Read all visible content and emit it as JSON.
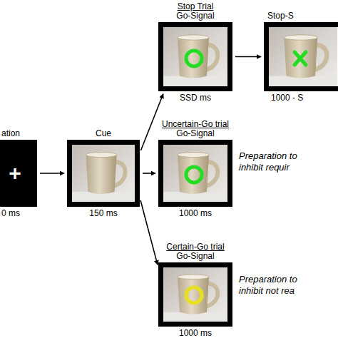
{
  "diagram": {
    "nodes": [
      {
        "text": [
          "ation",
          "+",
          "0 ms"
        ]
      },
      {
        "text": [
          "Cue",
          "150 ms"
        ]
      },
      {
        "text": [
          "Stop Trial",
          "Go-Signal",
          "SSD ms"
        ]
      },
      {
        "text": [
          "Stop-S",
          "1000 - S"
        ]
      },
      {
        "text": [
          "Uncertain-Go trial",
          "Go-Signal",
          "1000 ms"
        ]
      },
      {
        "text": [
          "Certain-Go trial",
          "Go-Signal",
          "1000 ms"
        ]
      }
    ],
    "edges": [
      {
        "from": 0,
        "to": 1,
        "arrow": "to"
      },
      {
        "from": 1,
        "to": 2,
        "arrow": "to"
      },
      {
        "from": 1,
        "to": 4,
        "arrow": "to"
      },
      {
        "from": 1,
        "to": 5,
        "arrow": "to"
      },
      {
        "from": 2,
        "to": 3,
        "arrow": "to"
      }
    ],
    "labels": [
      "Preparation to inhibit requir",
      "Preparation to inhibit not rea"
    ]
  }
}
